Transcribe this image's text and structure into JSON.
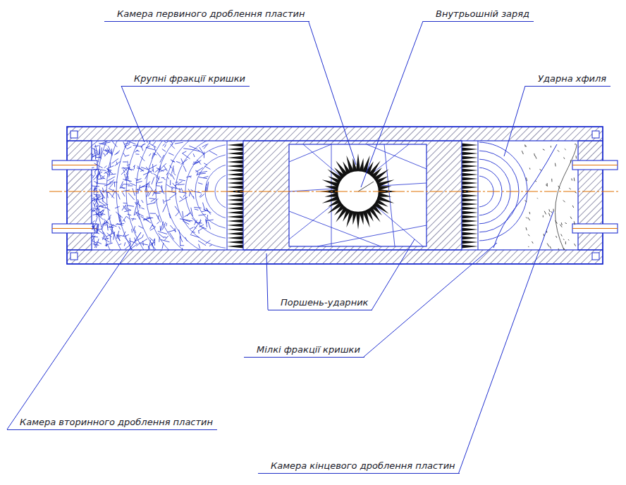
{
  "diagram": {
    "labels": [
      "Камера первиного дроблення пластин",
      "Внутрьошній заряд",
      "Крупні фракції кришки",
      "Ударна хфиля",
      "Поршень-ударник",
      "Мілкі фракції кришки",
      "Камера вторинного дроблення пластин",
      "Камера кінцевого дроблення пластин"
    ]
  }
}
